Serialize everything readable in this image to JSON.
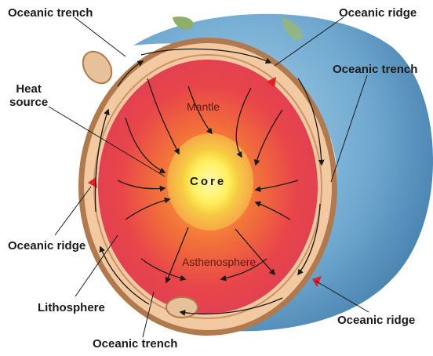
{
  "labels": {
    "oceanic_trench_top": "Oceanic trench",
    "oceanic_ridge_top": "Oceanic ridge",
    "oceanic_trench_right": "Oceanic trench",
    "heat_source": "Heat\nsource",
    "oceanic_ridge_left": "Oceanic ridge",
    "lithosphere": "Lithosphere",
    "oceanic_trench_bottom": "Oceanic trench",
    "oceanic_ridge_bottom": "Oceanic ridge",
    "mantle": "Mantle",
    "core": "Core",
    "asthenosphere": "Asthenosphere"
  },
  "colors": {
    "ocean": "#6fa8cf",
    "lithosphere": "#f2c9a0",
    "crust_edge": "#b07a4e",
    "mantle_outer": "#e8404a",
    "mantle_mid": "#f06a3c",
    "core_outer": "#f7d640",
    "core_inner": "#fff27a",
    "ridge_marker": "#e0202a"
  }
}
